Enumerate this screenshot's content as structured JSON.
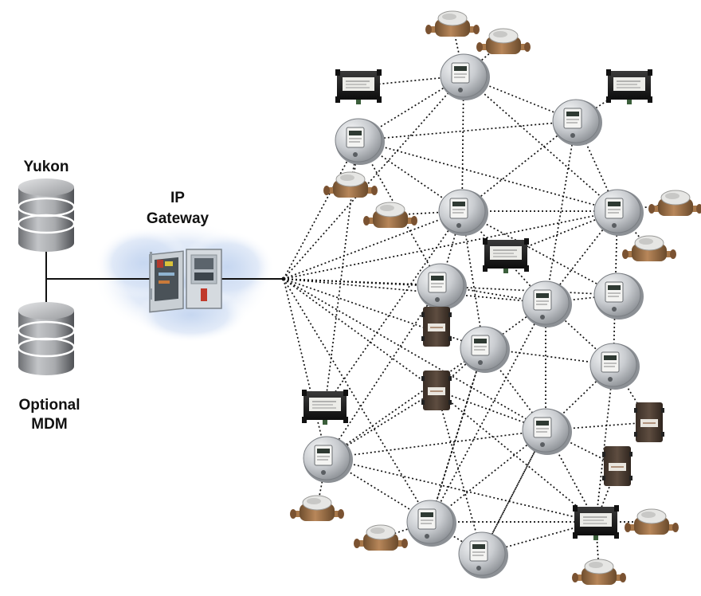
{
  "labels": {
    "database_top": "Yukon",
    "gateway_line1": "IP",
    "gateway_line2": "Gateway",
    "database_bottom_line1": "Optional",
    "database_bottom_line2": "MDM"
  },
  "colors": {
    "link": "#111111",
    "meter_body": "#d4d6d9",
    "gas_meter": "#a0754a",
    "repeater_black": "#1e1e1e",
    "repeater_brown": "#4a3d33",
    "cloud": "#b9ccea"
  },
  "icons": {
    "database": "database-cylinder-icon",
    "gateway": "ip-gateway-cabinet-icon",
    "electric_meter": "electric-meter-icon",
    "gas_meter": "gas-meter-icon",
    "repeater": "repeater-box-icon",
    "vertical_repeater": "vertical-repeater-icon"
  }
}
